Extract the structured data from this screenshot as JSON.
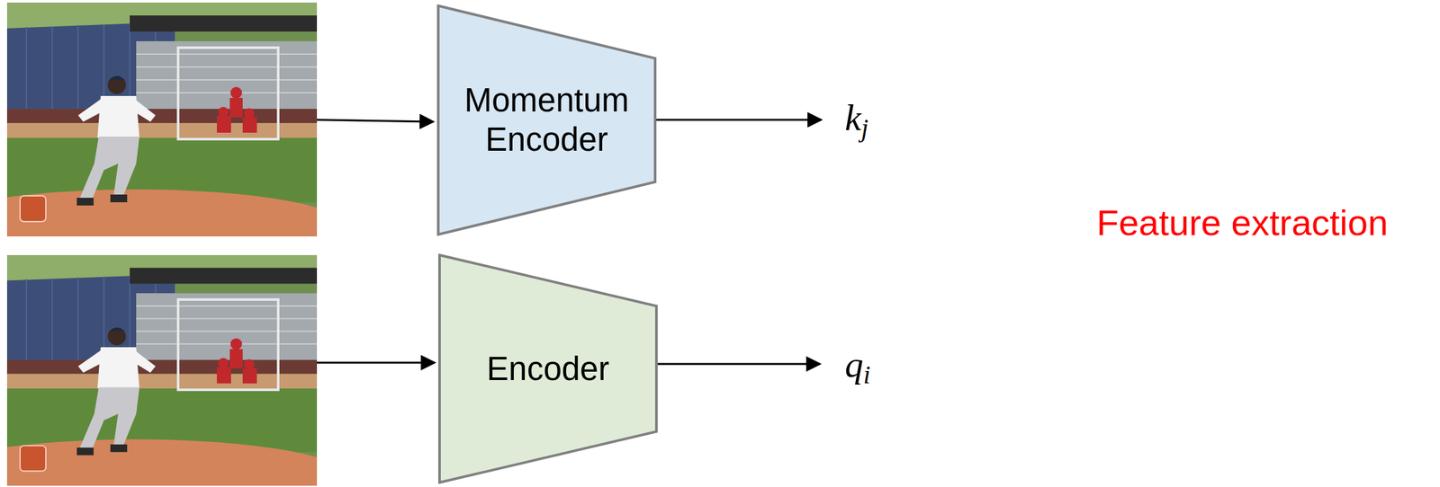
{
  "diagram": {
    "nodes": [
      {
        "text": [
          "Momentum Encoder"
        ]
      },
      {
        "text": [
          "Encoder"
        ]
      }
    ],
    "labels": [
      "kj",
      "qi",
      "Feature extraction"
    ]
  }
}
